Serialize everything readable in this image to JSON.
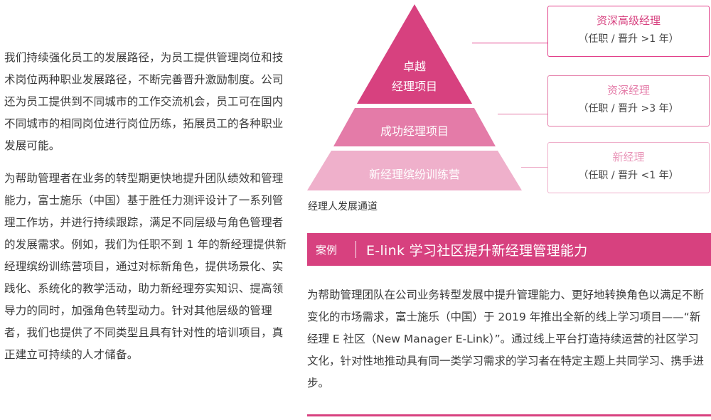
{
  "left_text": {
    "para1": "我们持续强化员工的发展路径，为员工提供管理岗位和技术岗位两种职业发展路径，不断完善晋升激励制度。公司还为员工提供到不同城市的工作交流机会，员工可在国内不同城市的相同岗位进行岗位历练，拓展员工的各种职业发展可能。",
    "para2": "为帮助管理者在业务的转型期更快地提升团队绩效和管理能力，富士施乐（中国）基于胜任力测评设计了一系列管理工作坊，并进行持续跟踪，满足不同层级与角色管理者的发展需求。例如，我们为任职不到 1 年的新经理提供新经理缤纷训练营项目，通过对标新角色，提供场景化、实践化、系统化的教学活动，助力新经理夯实知识、提高领导力的同时，加强角色转型动力。针对其他层级的管理者，我们也提供了不同类型且具有针对性的培训项目，真正建立可持续的人才储备。"
  },
  "pyramid": {
    "top_line1": "卓越",
    "top_line2": "经理项目",
    "middle": "成功经理项目",
    "bottom": "新经理缤纷训练营",
    "colors": {
      "top": "#d7417f",
      "middle": "#e47ba8",
      "bottom": "#efb0cb"
    }
  },
  "callouts": {
    "senior": {
      "role": "资深高级经理",
      "term": "（任职 / 晋升 >1 年）",
      "color": "#d7417f"
    },
    "mid": {
      "role": "资深经理",
      "term": "（任职 / 晋升 >3 年）",
      "color": "#e47ba8"
    },
    "new": {
      "role": "新经理",
      "term": "（任职 / 晋升 <1 年）",
      "color": "#efb0cb"
    }
  },
  "caption": "经理人发展通道",
  "case": {
    "tag": "案例",
    "title": "E-link 学习社区提升新经理管理能力",
    "body": "为帮助管理团队在公司业务转型发展中提升管理能力、更好地转换角色以满足不断变化的市场需求，富士施乐（中国）于 2019 年推出全新的线上学习项目——“新经理 E 社区（New Manager E-Link）”。通过线上平台打造持续运营的社区学习文化，针对性地推动具有同一类学习需求的学习者在特定主题上共同学习、携手进步。",
    "accent": "#d7417f"
  }
}
